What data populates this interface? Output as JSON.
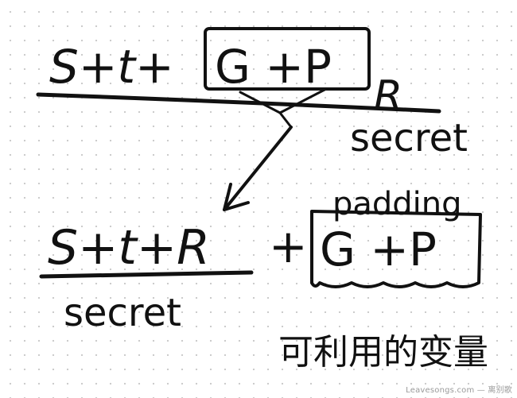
{
  "top_expression": {
    "numerator_left": "S+t+",
    "boxed": "G +P",
    "denominator_tail": "R",
    "label": "secret"
  },
  "bottom_expression": {
    "numerator": "S+t+R",
    "plus": "+",
    "boxed": "G +P",
    "box_label": "padding",
    "label": "secret"
  },
  "caption": "可利用的变量",
  "watermark": "Leavesongs.com — 离别歌"
}
